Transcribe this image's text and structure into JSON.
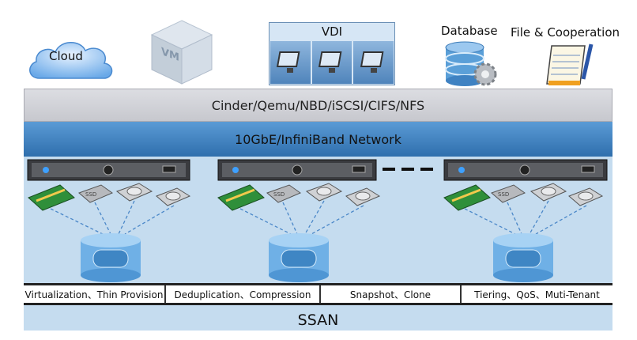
{
  "top_items": {
    "cloud_label": "Cloud",
    "vm_label": "VM",
    "vdi_label": "VDI",
    "database_label": "Database",
    "file_label": "File & Cooperation"
  },
  "protocol_bar": {
    "text": "Cinder/Qemu/NBD/iSCSI/CIFS/NFS"
  },
  "network_bar": {
    "text": "10GbE/InfiniBand Network"
  },
  "nodes": [
    {
      "ssd_label": "SSD"
    },
    {
      "ssd_label": "SSD"
    },
    {
      "ssd_label": "SSD"
    }
  ],
  "features": [
    "Virtualization、Thin Provision",
    "Deduplication、Compression",
    "Snapshot、Clone",
    "Tiering、QoS、Muti-Tenant"
  ],
  "ssan_label": "SSAN",
  "colors": {
    "network_blue": "#3a7dc0",
    "panel_light_blue": "#c5dcef",
    "protocol_gray": "#d2d3d8"
  },
  "icons": [
    "cloud-icon",
    "vm-cube-icon",
    "monitor-icon",
    "database-gear-icon",
    "notepad-pen-icon",
    "server-icon",
    "raid-card-icon",
    "ssd-icon",
    "hard-disk-icon",
    "storage-pool-icon"
  ]
}
